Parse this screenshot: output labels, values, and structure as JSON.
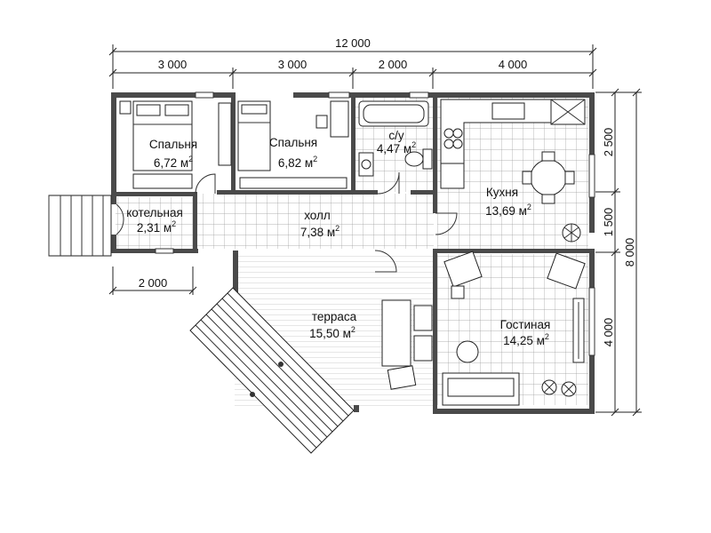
{
  "dimensions": {
    "total_width": "12 000",
    "seg_1": "3 000",
    "seg_2": "3 000",
    "seg_3": "2 000",
    "seg_4": "4 000",
    "right_1": "2 500",
    "right_2": "1 500",
    "right_3": "4 000",
    "total_height": "8 000",
    "porch_width": "2 000"
  },
  "rooms": {
    "bedroom1": {
      "name": "Спальня",
      "area": "6,72 м",
      "unit_sup": "2"
    },
    "bedroom2": {
      "name": "Спальня",
      "area": "6,82 м",
      "unit_sup": "2"
    },
    "bathroom": {
      "name": "с/у",
      "area": "4,47 м",
      "unit_sup": "2"
    },
    "kitchen": {
      "name": "Кухня",
      "area": "13,69 м",
      "unit_sup": "2"
    },
    "boiler": {
      "name": "котельная",
      "area": "2,31 м",
      "unit_sup": "2"
    },
    "hall": {
      "name": "холл",
      "area": "7,38 м",
      "unit_sup": "2"
    },
    "terrace": {
      "name": "терраса",
      "area": "15,50 м",
      "unit_sup": "2"
    },
    "living": {
      "name": "Гостиная",
      "area": "14,25 м",
      "unit_sup": "2"
    }
  },
  "colors": {
    "wall": "#4a4a4a",
    "line": "#222222",
    "background": "#ffffff"
  }
}
